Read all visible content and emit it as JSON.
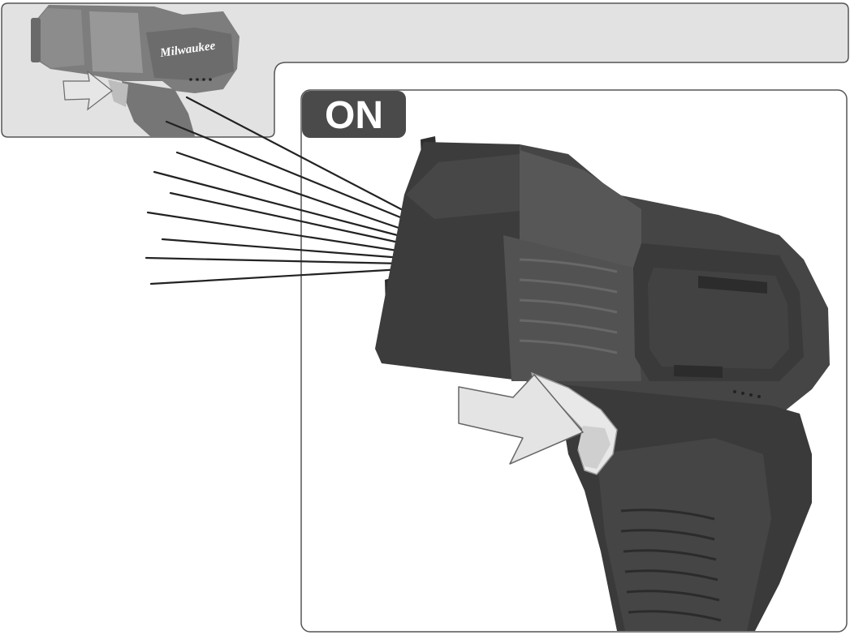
{
  "badge": {
    "label": "ON"
  },
  "brand": {
    "logo_text": "Milwaukee"
  },
  "colors": {
    "panel_fill": "#e2e2e2",
    "panel_border": "#555555",
    "badge_fill": "#4a4a4a",
    "badge_text": "#ffffff",
    "tool_dark": "#3b3b3b",
    "tool_mid": "#4e4e4e",
    "tool_light": "#626262",
    "trigger": "#e6e6e6",
    "arrow_fill": "#e4e4e4"
  },
  "icons": [
    "flashlight-tool",
    "trigger-press-arrow",
    "light-beam-lines"
  ]
}
